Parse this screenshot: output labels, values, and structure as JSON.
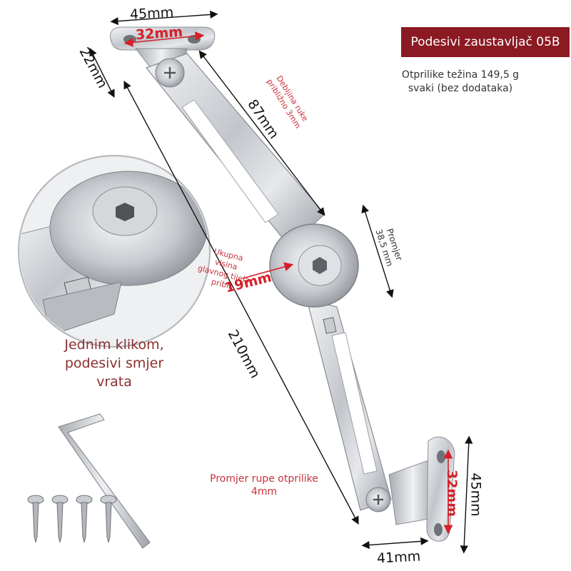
{
  "title": "Podesivi zaustavljač 05B",
  "weight": {
    "line1": "Otprilike težina 149,5 g",
    "line2": "svaki (bez dodataka)"
  },
  "hint": {
    "line1": "Jednim klikom,",
    "line2": "podesivi smjer",
    "line3": "vrata"
  },
  "hole_note": {
    "line1": "Promjer rupe otprilike",
    "line2": "4mm"
  },
  "arm_note": {
    "line1": "Debljina ruke",
    "line2": "približno 3mm"
  },
  "diameter_note": {
    "line1": "Promjer",
    "line2": "38,5 mm"
  },
  "height_note": {
    "line1": "Ukupna",
    "line2": "visina",
    "line3": "glavnog tijela",
    "line4": "pribl."
  },
  "dims": {
    "top_width": "45mm",
    "top_hole": "32mm",
    "top_depth": "22mm",
    "upper_arm": "87mm",
    "total_length": "210mm",
    "body_height": "19mm",
    "bottom_width": "41mm",
    "bottom_height": "45mm",
    "bottom_hole": "32mm"
  },
  "colors": {
    "accent": "#8b1a23",
    "dimension_red": "#d5202a",
    "note_red": "#c8323a",
    "metal": "#c9ccd0"
  }
}
